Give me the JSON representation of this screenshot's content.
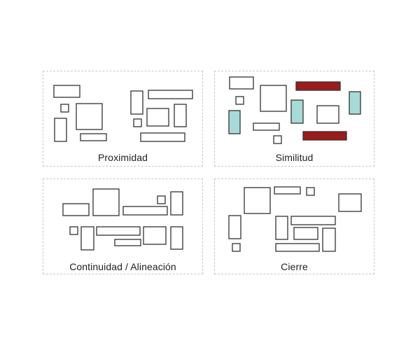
{
  "panels": [
    {
      "id": "proximidad",
      "caption": "Proximidad"
    },
    {
      "id": "similitud",
      "caption": "Similitud"
    },
    {
      "id": "continuidad",
      "caption": "Continuidad / Alineación"
    },
    {
      "id": "cierre",
      "caption": "Cierre"
    }
  ],
  "colors": {
    "outline": "#333333",
    "fill_plain": "#ffffff",
    "fill_red": "#9b1c1c",
    "fill_cyan": "#a8dbd7",
    "panel_border": "#c8c8c8"
  }
}
